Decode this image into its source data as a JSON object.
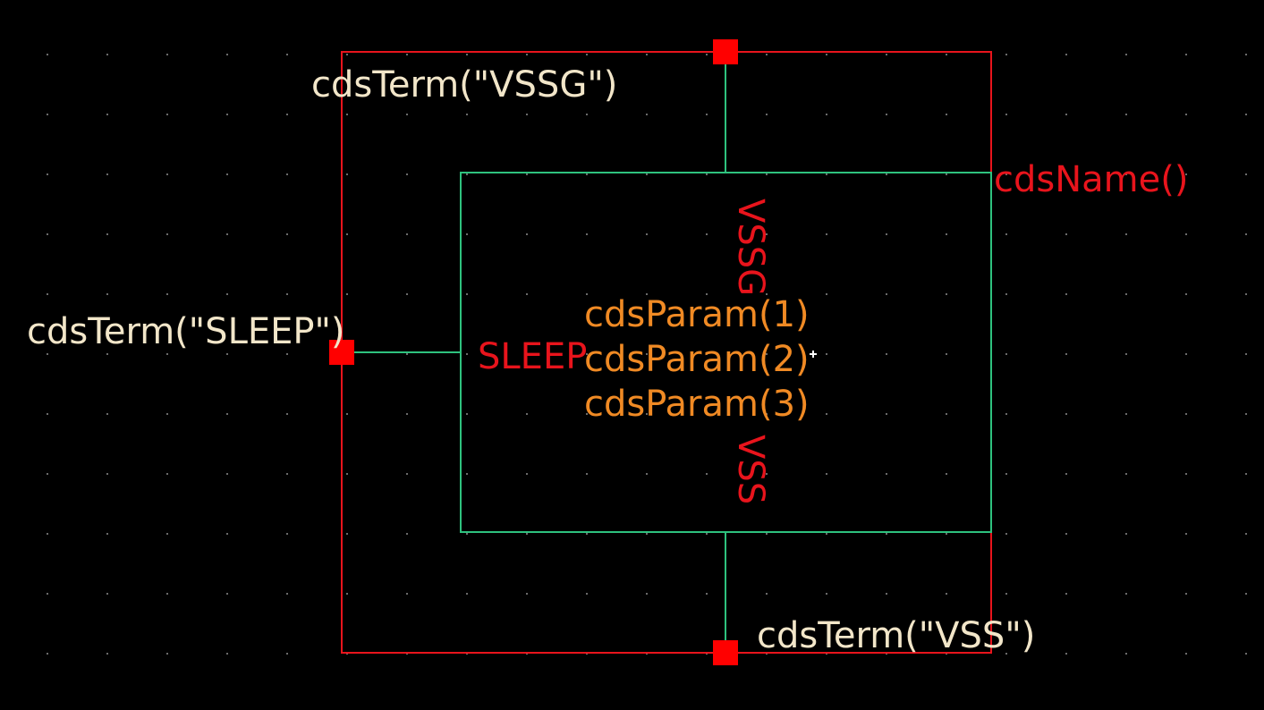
{
  "colors": {
    "background": "#000000",
    "grid_dot": "#6b6b6b",
    "boundary": "#e8141c",
    "pin": "#ff0000",
    "wire": "#2ec27e",
    "term_label": "#f2e6c9",
    "pin_name": "#e8141c",
    "instance_name": "#e8141c",
    "param": "#f08a24",
    "cursor": "#ffffff"
  },
  "labels": {
    "term_vssg": "cdsTerm(\"VSSG\")",
    "term_sleep": "cdsTerm(\"SLEEP\")",
    "term_vss": "cdsTerm(\"VSS\")",
    "instance_name": "cdsName()",
    "pin_vssg": "VSSG",
    "pin_sleep": "SLEEP",
    "pin_vss": "VSS",
    "params": [
      "cdsParam(1)",
      "cdsParam(2)",
      "cdsParam(3)"
    ]
  }
}
